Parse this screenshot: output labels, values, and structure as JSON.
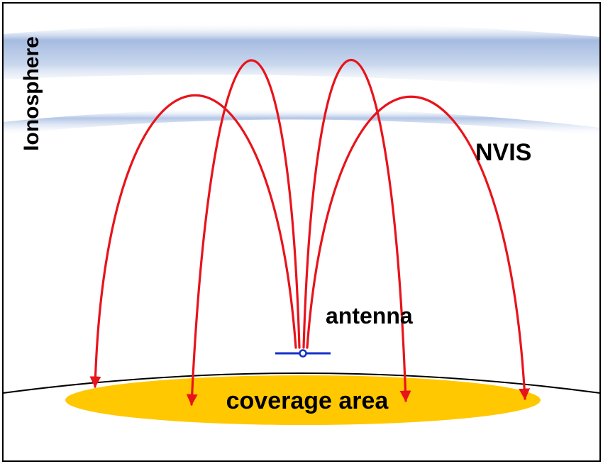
{
  "diagram": {
    "labels": {
      "ionosphere": "Ionosphere",
      "nvis": "NVIS",
      "antenna": "antenna",
      "coverage": "coverage area"
    }
  },
  "colors": {
    "ray": "#E8131B",
    "coverage_fill": "#FFC800",
    "antenna": "#1530C8",
    "ionosphere_band": "#9BB3DD",
    "ground_line": "#000000",
    "frame": "#000000"
  }
}
